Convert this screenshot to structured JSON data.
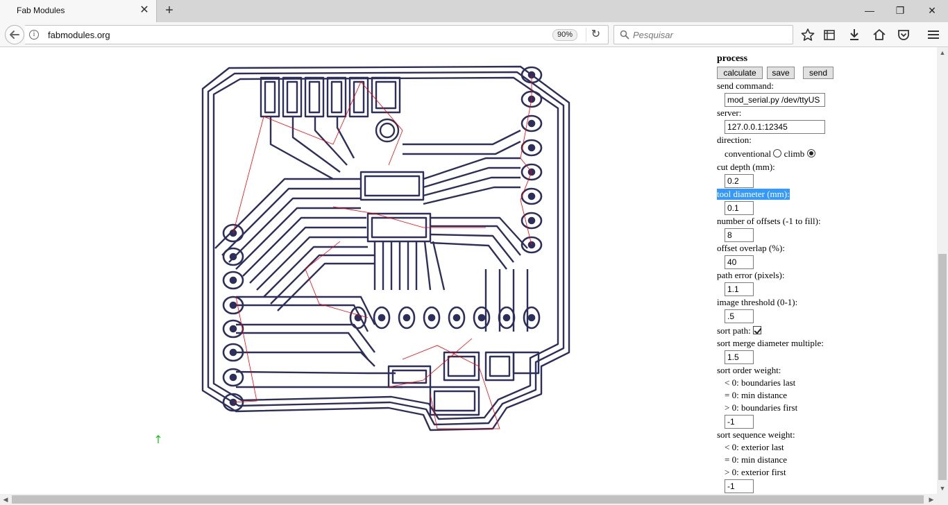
{
  "browser": {
    "tab_title": "Fab Modules",
    "tab_close": "✕",
    "new_tab": "+",
    "minimize": "—",
    "restore": "❐",
    "close": "✕",
    "url": "fabmodules.org",
    "zoom": "90%",
    "search_placeholder": "Pesquisar",
    "icons": [
      "back-arrow-icon",
      "info-icon",
      "reload-icon",
      "search-icon",
      "bookmark-star-icon",
      "reading-list-icon",
      "download-icon",
      "home-icon",
      "pocket-icon",
      "hamburger-menu-icon"
    ]
  },
  "panel": {
    "title": "process",
    "buttons": {
      "calculate": "calculate",
      "save": "save",
      "send": "send"
    },
    "send_command": {
      "label": "send command:",
      "value": "mod_serial.py /dev/ttyUS"
    },
    "server": {
      "label": "server:",
      "value": "127.0.0.1:12345"
    },
    "direction": {
      "label": "direction:",
      "conventional": "conventional",
      "climb": "climb",
      "selected": "climb"
    },
    "cut_depth": {
      "label": "cut depth (mm):",
      "value": "0.2"
    },
    "tool_diameter": {
      "label": "tool diameter (mm):",
      "value": "0.1"
    },
    "offsets": {
      "label": "number of offsets (-1 to fill):",
      "value": "8"
    },
    "overlap": {
      "label": "offset overlap (%):",
      "value": "40"
    },
    "path_error": {
      "label": "path error (pixels):",
      "value": "1.1"
    },
    "threshold": {
      "label": "image threshold (0-1):",
      "value": ".5"
    },
    "sort_path": {
      "label": "sort path:",
      "checked": true
    },
    "merge": {
      "label": "sort merge diameter multiple:",
      "value": "1.5"
    },
    "order_weight": {
      "label": "sort order weight:",
      "lines": [
        "< 0: boundaries last",
        "= 0: min distance",
        "> 0: boundaries first"
      ],
      "value": "-1"
    },
    "sequence_weight": {
      "label": "sort sequence weight:",
      "lines": [
        "< 0: exterior last",
        "= 0: min distance",
        "> 0: exterior first"
      ],
      "value": "-1"
    }
  },
  "colors": {
    "toolpath": "#2c2f5c",
    "moves": "#ff0000",
    "origin": "#00c000",
    "selection": "#3399ff"
  }
}
